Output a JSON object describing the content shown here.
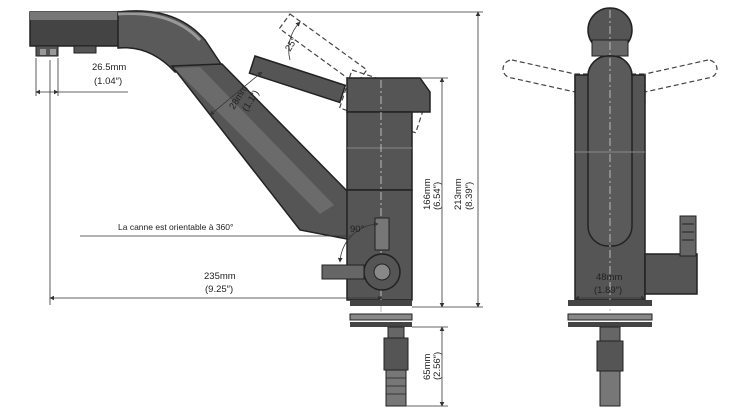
{
  "drawing": {
    "side_view": {
      "spout_outlet_width": {
        "metric": "26.5mm",
        "imperial": "(1.04″)"
      },
      "spout_diameter": {
        "metric": "28mm",
        "imperial": "(1.1″)"
      },
      "lever_angle": "25°",
      "body_height": {
        "metric": "166mm",
        "imperial": "(6.54″)"
      },
      "total_height": {
        "metric": "213mm",
        "imperial": "(8.39″)"
      },
      "swivel_note": "La canne est orientable à 360°",
      "valve_angle": "90°",
      "reach": {
        "metric": "235mm",
        "imperial": "(9.25″)"
      },
      "shank_length": {
        "metric": "65mm",
        "imperial": "(2.56″)"
      }
    },
    "front_view": {
      "body_diameter": {
        "metric": "48mm",
        "imperial": "(1.89″)"
      }
    }
  }
}
